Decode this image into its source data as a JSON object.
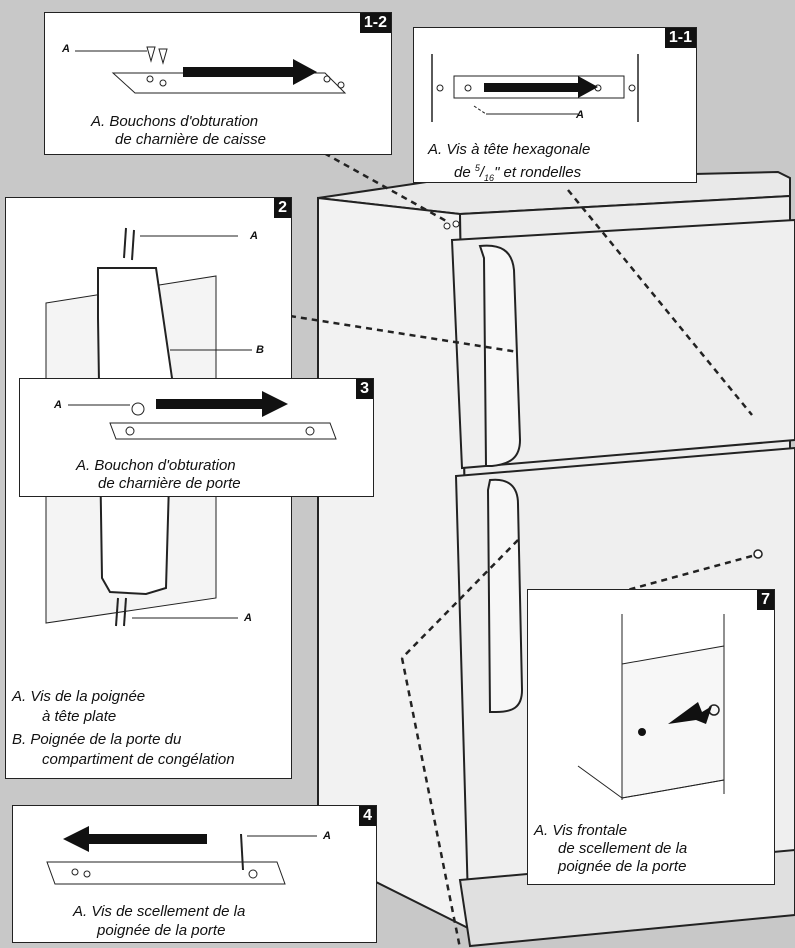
{
  "panels": {
    "p12": {
      "badge": "1-2",
      "label_a": "A",
      "caption_1": "A. Bouchons d'obturation",
      "caption_2": "de charnière de caisse"
    },
    "p11": {
      "badge": "1-1",
      "label_a": "A",
      "caption_1": "A.   Vis à tête hexagonale",
      "caption_2_pre": "de ",
      "caption_2_num": "5",
      "caption_2_den": "16",
      "caption_2_post": "\" et rondelles"
    },
    "p2": {
      "badge": "2",
      "label_a_top": "A",
      "label_b": "B",
      "label_a_bottom": "A",
      "caption_a1": "A. Vis de la poignée",
      "caption_a2": "à tête plate",
      "caption_b1": "B. Poignée de la porte du",
      "caption_b2": "compartiment de congélation"
    },
    "p3": {
      "badge": "3",
      "label_a": "A",
      "caption_1": "A. Bouchon d'obturation",
      "caption_2": "de charnière de porte"
    },
    "p4": {
      "badge": "4",
      "label_a": "A",
      "caption_1": "A. Vis de scellement de la",
      "caption_2": "poignée de la porte"
    },
    "p7": {
      "badge": "7",
      "caption_1": "A. Vis frontale",
      "caption_2": "de scellement de la",
      "caption_3": "poignée de la porte"
    }
  }
}
